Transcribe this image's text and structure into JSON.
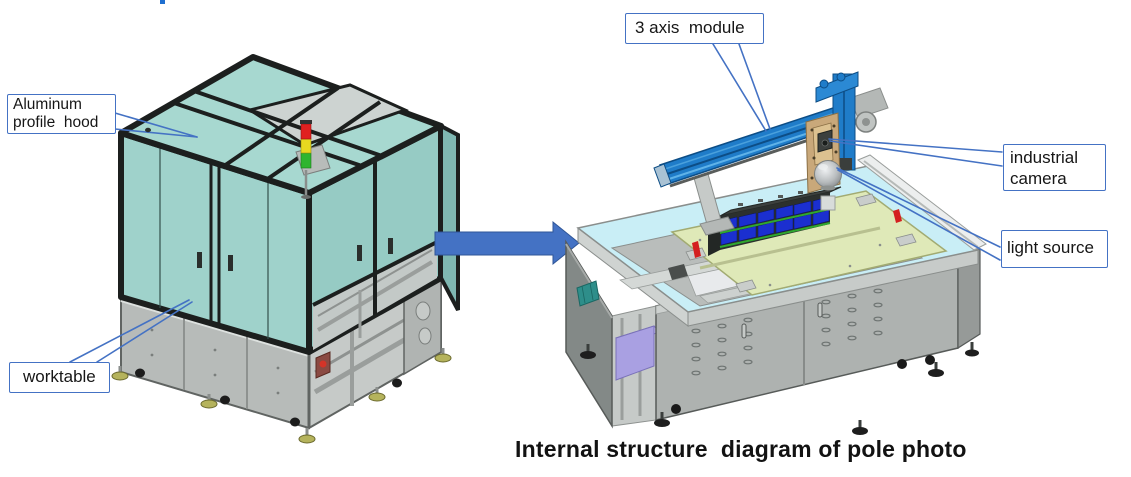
{
  "page": {
    "caption": "Internal structure  diagram of pole photo"
  },
  "labels": {
    "aluminum_hood": {
      "line1": "Aluminum",
      "line2": "profile  hood"
    },
    "worktable": {
      "text": "worktable"
    },
    "axis_module": {
      "text": "3 axis  module"
    },
    "industrial_camera": {
      "line1": "industrial",
      "line2": "camera"
    },
    "light_source": {
      "text": "light source"
    }
  },
  "colors": {
    "page_bg": "#ffffff",
    "label_border": "#4472c4",
    "leader_line": "#4472c4",
    "arrow_fill": "#4472c4",
    "caption_text": "#121212",
    "glass_teal": "#9fd2cb",
    "frame_black": "#1c1f1e",
    "base_gray": "#b4b8b6",
    "gantry_blue": "#1f7cc9",
    "fixture_plate_green": "#dfe9b8",
    "battery_cell_blue": "#1b2fd0",
    "battery_stripe_green": "#2fa82f",
    "signal_red": "#e02020",
    "signal_yellow": "#e8d820",
    "signal_green": "#2fb52f"
  },
  "icons": {
    "transform_arrow": "right-arrow",
    "signal_tower": "red-yellow-green-stack-light"
  }
}
